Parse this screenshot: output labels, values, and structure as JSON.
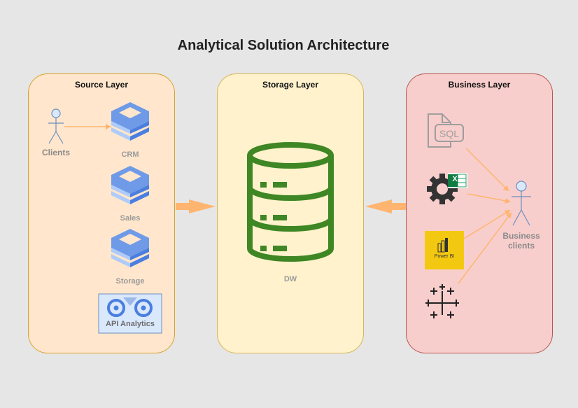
{
  "title": "Analytical Solution Architecture",
  "layers": {
    "source": {
      "title": "Source Layer",
      "actor_label": "Clients",
      "sources": [
        "CRM",
        "Sales",
        "Storage"
      ],
      "api_label": "API Analytics"
    },
    "storage": {
      "title": "Storage Layer",
      "db_label": "DW"
    },
    "business": {
      "title": "Business Layer",
      "tools": {
        "sql_label": "SQL",
        "powerbi_label": "Power BI",
        "excel_letter": "X"
      },
      "actor_label": "Business\nclients"
    }
  },
  "icons": [
    "actor-icon",
    "database-stack-icon",
    "database-icon",
    "sql-file-icon",
    "gear-excel-icon",
    "power-bi-icon",
    "tableau-icon",
    "api-analytics-icon"
  ],
  "colors": {
    "source_fill": "#ffe6cc",
    "storage_fill": "#fff2cc",
    "business_fill": "#f8cecc",
    "arrow": "#ffb570",
    "db_green": "#3f8624",
    "gcp_blue": "#4a7ee0"
  }
}
